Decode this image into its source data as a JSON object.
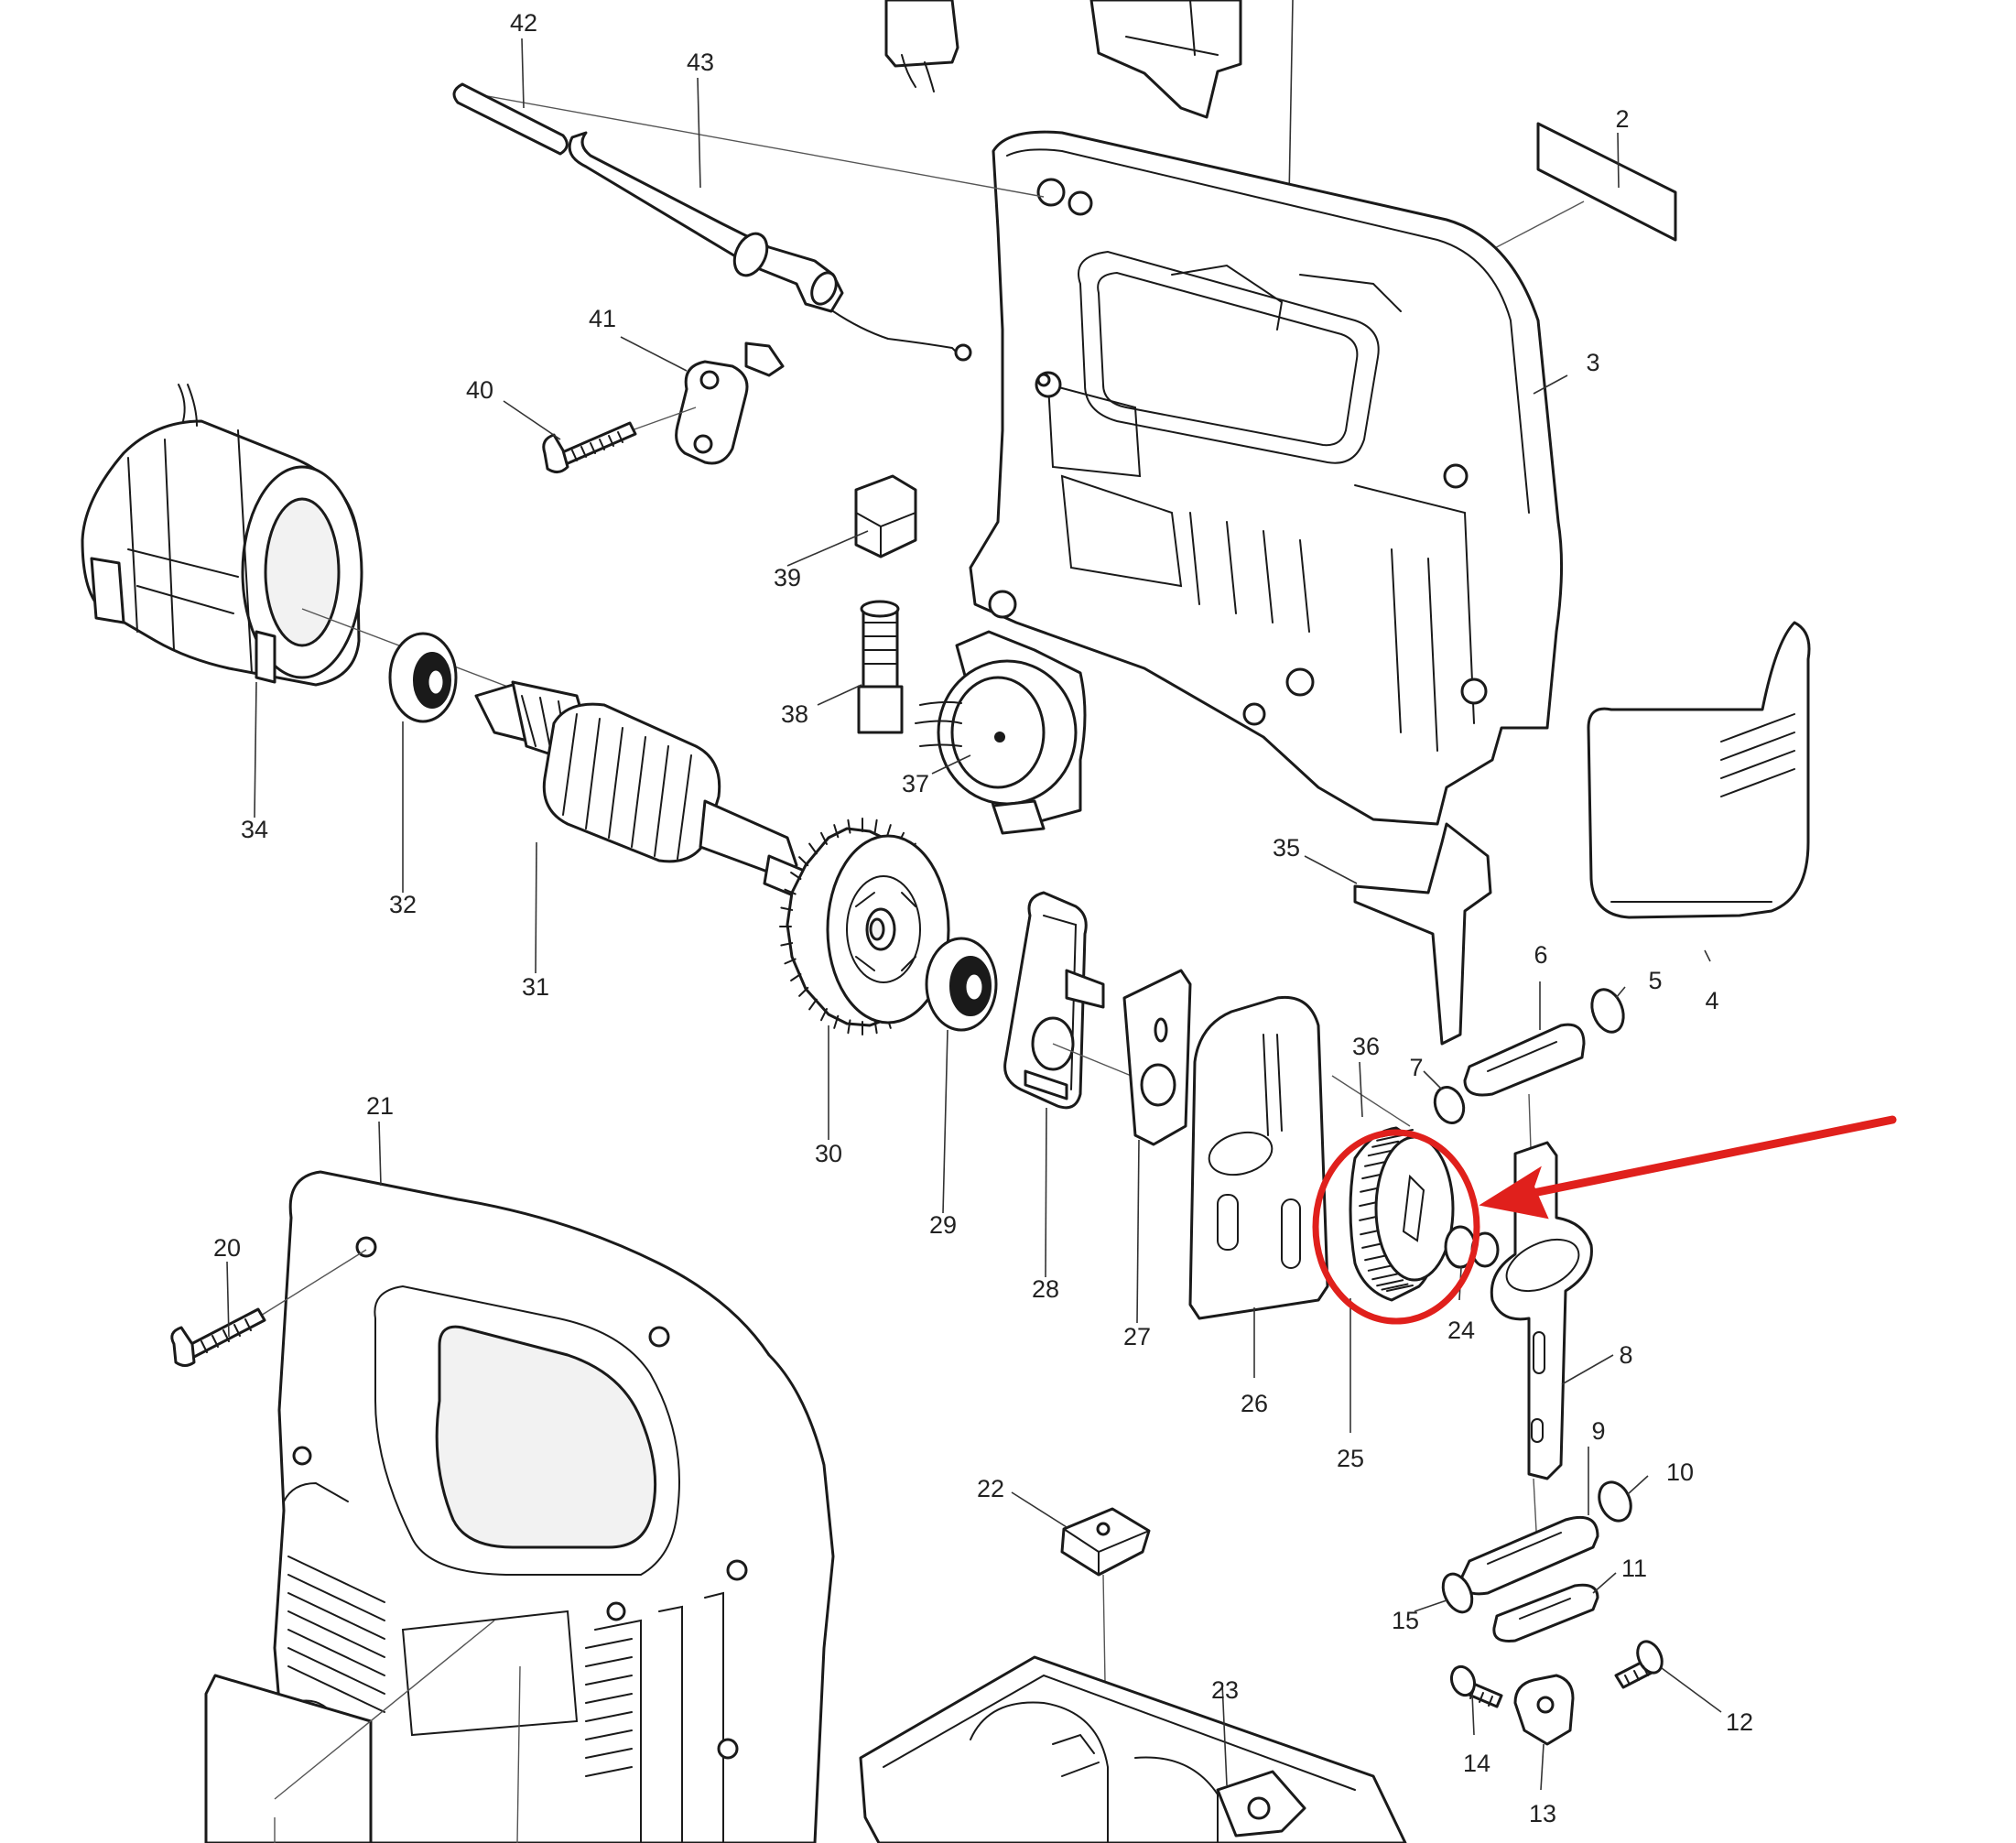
{
  "part_labels": [
    "2",
    "3",
    "4",
    "5",
    "6",
    "7",
    "8",
    "9",
    "10",
    "11",
    "12",
    "13",
    "14",
    "15",
    "20",
    "21",
    "22",
    "23",
    "24",
    "25",
    "26",
    "27",
    "28",
    "29",
    "30",
    "31",
    "32",
    "34",
    "35",
    "36",
    "37",
    "38",
    "39",
    "40",
    "41",
    "42",
    "43"
  ],
  "highlight": {
    "target_part": "25",
    "color": "#e0201c"
  },
  "colors": {
    "line": "#1a1a1a",
    "background": "#ffffff"
  }
}
